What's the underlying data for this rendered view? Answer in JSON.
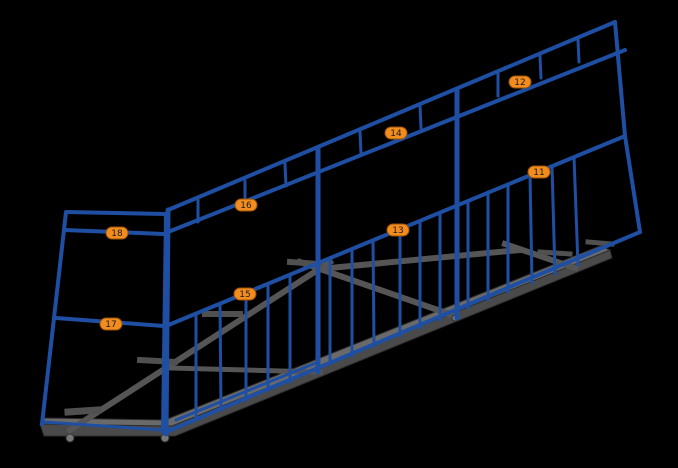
{
  "colors": {
    "background": "#000000",
    "frame_blue": "#1f4fa3",
    "frame_blue_dark": "#163a7a",
    "base_steel": "#5a5a5a",
    "base_steel_dark": "#3a3a3a",
    "label_fill": "#f28c1e",
    "label_stroke": "#9a5208"
  },
  "labels": {
    "l11": "11",
    "l12": "12",
    "l13": "13",
    "l14": "14",
    "l15": "15",
    "l16": "16",
    "l17": "17",
    "l18": "18"
  }
}
